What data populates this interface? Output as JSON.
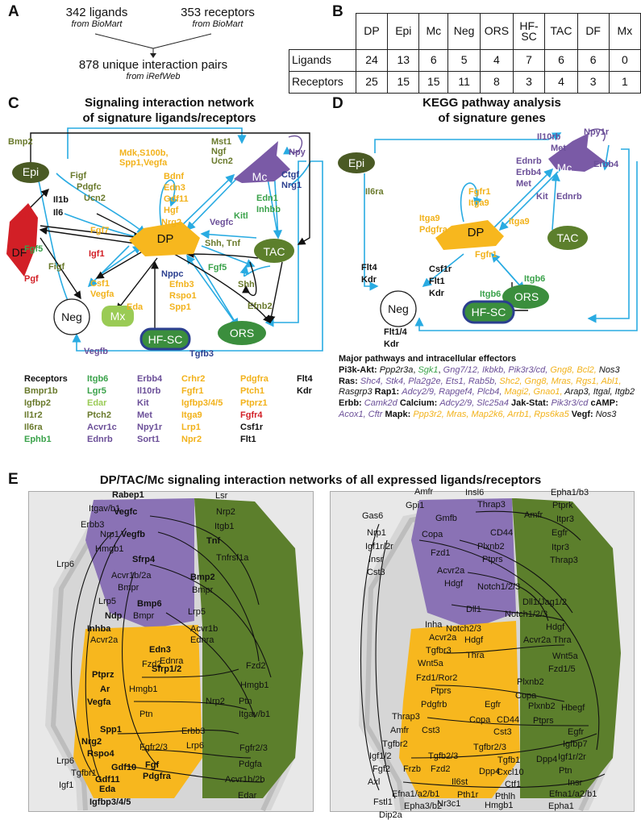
{
  "panelA": {
    "label": "A",
    "ligands": "342 ligands",
    "ligands_src": "from BioMart",
    "receptors": "353 receptors",
    "receptors_src": "from BioMart",
    "pairs": "878 unique interaction pairs",
    "pairs_src": "from iRefWeb"
  },
  "panelB": {
    "label": "B",
    "columns": [
      "DP",
      "Epi",
      "Mc",
      "Neg",
      "ORS",
      "HF-SC",
      "TAC",
      "DF",
      "Mx"
    ],
    "rows": [
      {
        "name": "Ligands",
        "values": [
          "24",
          "13",
          "6",
          "5",
          "4",
          "7",
          "6",
          "6",
          "0"
        ]
      },
      {
        "name": "Receptors",
        "values": [
          "25",
          "15",
          "15",
          "11",
          "8",
          "3",
          "4",
          "3",
          "1"
        ]
      }
    ]
  },
  "panelC": {
    "label": "C",
    "title1": "Signaling interaction network",
    "title2": "of signature ligands/receptors",
    "nodes": {
      "epi": "Epi",
      "df": "DF",
      "dp": "DP",
      "mc": "Mc",
      "tac": "TAC",
      "neg": "Neg",
      "mx": "Mx",
      "hfsc": "HF-SC",
      "ors": "ORS"
    },
    "labels": {
      "bmp2": "Bmp2",
      "mst1": "Mst1",
      "ngf": "Ngf",
      "ucn2": "Ucn2",
      "npy": "Npy",
      "mdk": "Mdk,S100b,",
      "spp1v": "Spp1,Vegfa",
      "figf": "Figf",
      "pdgfc": "Pdgfc",
      "ucn2b": "Ucn2",
      "il1b": "Il1b",
      "il6": "Il6",
      "igf1a": "Igf1",
      "bdnf": "Bdnf",
      "edn3": "Edn3",
      "gdf11": "Gdf11",
      "hgf": "Hgf",
      "nrg2": "Nrg2",
      "ctgf": "Ctgf",
      "nrg1": "Nrg1",
      "edn1": "Edn1",
      "inhbb": "Inhbb",
      "kitl": "Kitl",
      "vegfc": "Vegfc",
      "fgf7": "Fgf7",
      "fgf5a": "Fgf5",
      "igf1b": "Igf1",
      "shhtnf": "Shh, Tnf",
      "figf2": "Figf",
      "pgf": "Pgf",
      "nppc": "Nppc",
      "fgf5b": "Fgf5",
      "shh": "Shh",
      "csf1": "Csf1",
      "vegfa": "Vegfa",
      "eda": "Eda",
      "efnb3": "Efnb3",
      "rspo1": "Rspo1",
      "spp1": "Spp1",
      "efnb2": "Efnb2",
      "vegfb": "Vegfb",
      "tgfb3": "Tgfb3"
    },
    "receptor_columns": [
      {
        "items": [
          "Receptors",
          "Bmpr1b",
          "Igfbp2",
          "Il1r2",
          "Il6ra",
          "Ephb1"
        ]
      },
      {
        "items": [
          "Itgb6",
          "Lgr5",
          "Edar",
          "Ptch2",
          "Acvr1c",
          "Ednrb"
        ]
      },
      {
        "items": [
          "Erbb4",
          "Il10rb",
          "Kit",
          "Met",
          "Npy1r",
          "Sort1"
        ]
      },
      {
        "items": [
          "Crhr2",
          "Fgfr1",
          "Igfbp3/4/5",
          "Itga9",
          "Lrp1",
          "Npr2"
        ]
      },
      {
        "items": [
          "Pdgfra",
          "Ptch1",
          "Ptprz1",
          "Fgfr4",
          "Csf1r",
          "Flt1"
        ]
      },
      {
        "items": [
          "Flt4",
          "Kdr"
        ]
      }
    ]
  },
  "panelD": {
    "label": "D",
    "title1": "KEGG pathway analysis",
    "title2": "of signature genes",
    "nodes": {
      "epi": "Epi",
      "mc": "Mc",
      "dp": "DP",
      "tac": "TAC",
      "neg": "Neg",
      "ors": "ORS",
      "hfsc": "HF-SC"
    },
    "labels": {
      "il10rb": "Il10rb",
      "met": "Met",
      "npy1r": "Npy1r",
      "ednrb": "Ednrb",
      "erbb4": "Erbb4",
      "erbb4b": "Erbb4",
      "met2": "Met",
      "il6ra": "Il6ra",
      "fgfr1a": "Fgfr1",
      "itga9a": "Itga9",
      "kit": "Kit",
      "ednrb2": "Ednrb",
      "itga9b": "Itga9",
      "pdgfra": "Pdgfra",
      "itga9c": "Itga9",
      "fgfr1b": "Fgfr1",
      "flt4": "Flt4",
      "kdr": "Kdr",
      "csf1r": "Csf1r",
      "flt1": "Flt1",
      "kdr2": "Kdr",
      "itgb6a": "Itgb6",
      "itgb6b": "Itgb6",
      "flt14": "Flt1/4",
      "kdr3": "Kdr"
    },
    "effectors_title": "Major pathways and intracellular effectors"
  },
  "panelE": {
    "label": "E",
    "title": "DP/TAC/Mc signaling interaction networks of all expressed ligands/receptors"
  },
  "colors": {
    "dp": "#f7b71e",
    "epi": "#4a5a24",
    "tac": "#5c7f2c",
    "mc": "#7a5aa6",
    "ors": "#3b8e3d",
    "df": "#d21f26",
    "arrow": "#29abe2",
    "hfsc": "#2b3f8f"
  }
}
